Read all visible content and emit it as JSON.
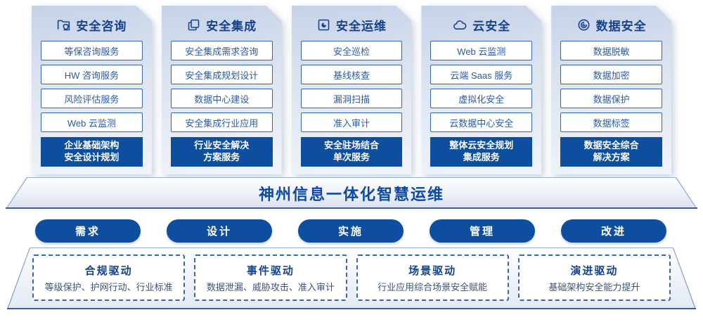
{
  "columns": [
    {
      "title": "安全咨询",
      "icon": "folder-shield-icon",
      "items": [
        "等保咨询服务",
        "HW 咨询服务",
        "风险评估服务",
        "Web 云监测"
      ],
      "footer": [
        "企业基础架构",
        "安全设计规划"
      ]
    },
    {
      "title": "安全集成",
      "icon": "stacked-squares-icon",
      "items": [
        "安全集成需求咨询",
        "安全集成规划设计",
        "数据中心建设",
        "安全集成行业应用"
      ],
      "footer": [
        "行业安全解决",
        "方案服务"
      ]
    },
    {
      "title": "安全运维",
      "icon": "folder-chart-icon",
      "items": [
        "安全巡检",
        "基线核查",
        "漏洞扫描",
        "准入审计"
      ],
      "footer": [
        "安全驻场结合",
        "单次服务"
      ]
    },
    {
      "title": "云安全",
      "icon": "cloud-icon",
      "items": [
        "Web 云监测",
        "云端 Saas 服务",
        "虚拟化安全",
        "云数据中心安全"
      ],
      "footer": [
        "整体云安全规划",
        "集成服务"
      ]
    },
    {
      "title": "数据安全",
      "icon": "fingerprint-icon",
      "items": [
        "数据脱敏",
        "数据加密",
        "数据保护",
        "数据标签"
      ],
      "footer": [
        "数据安全综合",
        "解决方案"
      ]
    }
  ],
  "banner": {
    "title": "神州信息一体化智慧运维"
  },
  "process": [
    "需求",
    "设计",
    "实施",
    "管理",
    "改进"
  ],
  "drivers": [
    {
      "title": "合规驱动",
      "desc": "等级保护、护网行动、行业标准"
    },
    {
      "title": "事件驱动",
      "desc": "数据泄漏、威胁攻击、准入审计"
    },
    {
      "title": "场景驱动",
      "desc": "行业应用综合场景安全赋能"
    },
    {
      "title": "演进驱动",
      "desc": "基础架构安全能力提升"
    }
  ],
  "colors": {
    "accent_blue": "#0e4e9e",
    "navy_text": "#16418e",
    "item_border": "#3565ad",
    "item_text": "#2b5aa7",
    "card_gradient_top": "#c6d2e8",
    "card_gradient_bottom": "#f0f4fa",
    "trapezoid_edge": "#93abd0",
    "base_line": "#35609f",
    "driver_desc_text": "#3d5377"
  }
}
